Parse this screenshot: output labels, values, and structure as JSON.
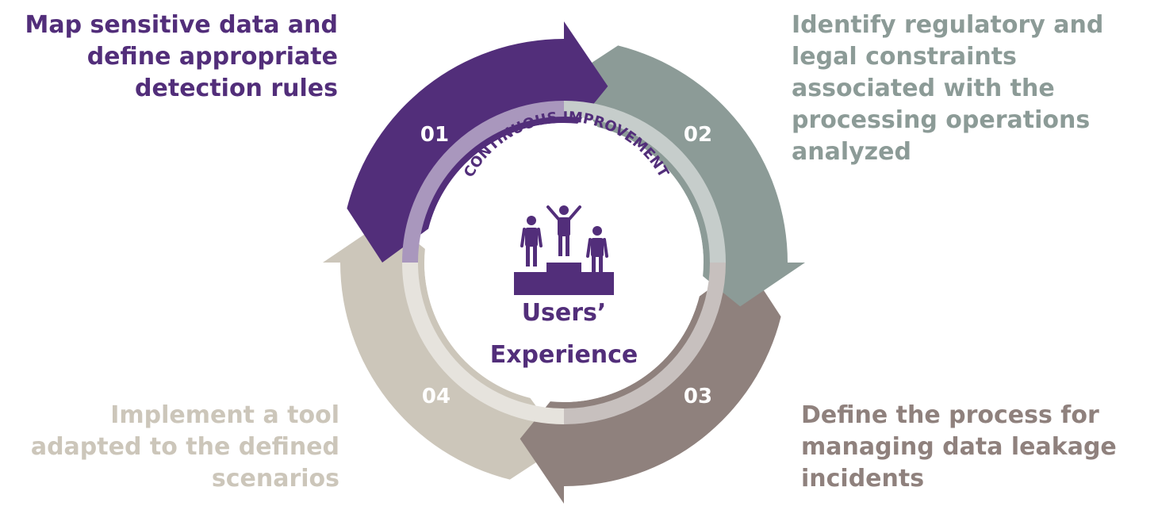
{
  "steps": [
    {
      "number": "01",
      "text": "Map sensitive data and define appropriate detection rules",
      "color": "#522E7A"
    },
    {
      "number": "02",
      "text": "Identify regulatory and legal constraints associated with the processing operations analyzed",
      "color": "#8C9B97"
    },
    {
      "number": "03",
      "text": "Define the process for managing data leakage incidents",
      "color": "#8F817D"
    },
    {
      "number": "04",
      "text": "Implement a tool adapted to the defined scenarios",
      "color": "#CCC6BA"
    }
  ],
  "center": {
    "arc_label": "CONTINUOUS IMPROVEMENT",
    "title_line1": "Users’",
    "title_line2": "Experience",
    "icon": "podium-people-icon",
    "color": "#522E7A"
  }
}
